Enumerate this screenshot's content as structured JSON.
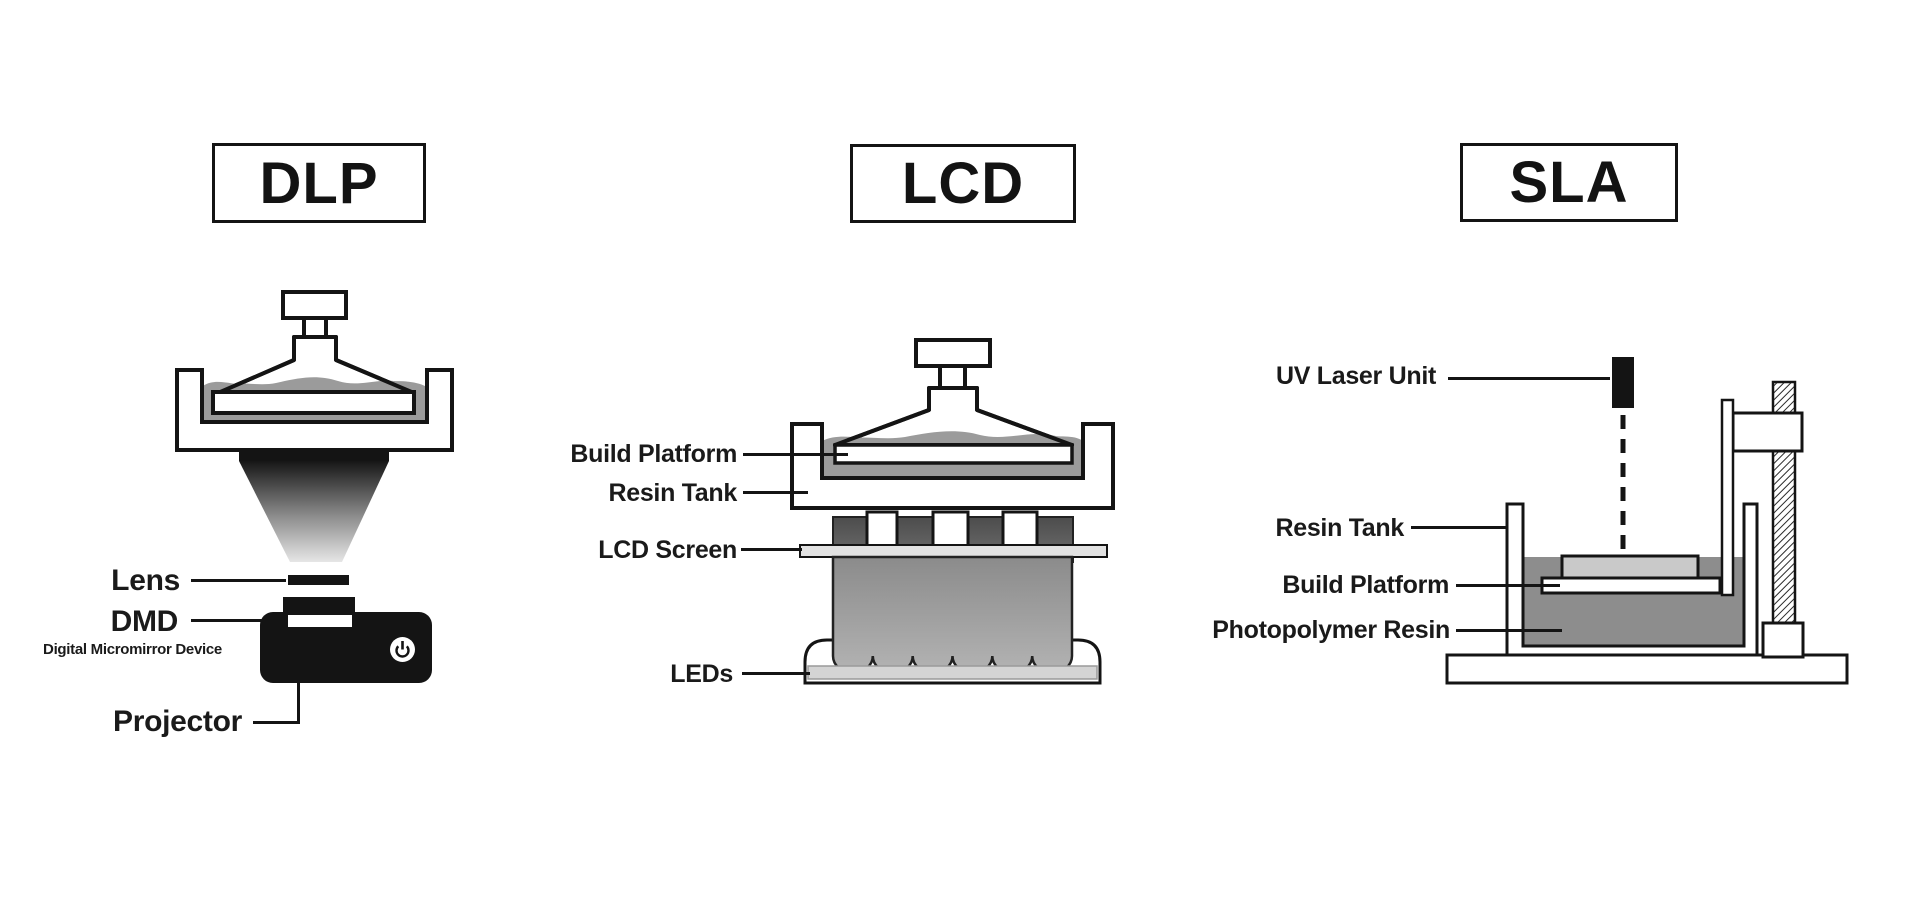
{
  "panels": [
    {
      "id": "dlp",
      "title": "DLP",
      "labels": {
        "lens": "Lens",
        "dmd": "DMD",
        "dmd_sub": "Digital Micromirror Device",
        "projector": "Projector"
      }
    },
    {
      "id": "lcd",
      "title": "LCD",
      "labels": {
        "build_platform": "Build Platform",
        "resin_tank": "Resin Tank",
        "lcd_screen": "LCD Screen",
        "leds": "LEDs"
      }
    },
    {
      "id": "sla",
      "title": "SLA",
      "labels": {
        "uv_laser": "UV Laser Unit",
        "resin_tank": "Resin Tank",
        "build_platform": "Build Platform",
        "photopolymer_resin": "Photopolymer Resin"
      }
    }
  ],
  "colors": {
    "outline": "#141414",
    "resin": "#9b9b9b",
    "sla_resin": "#8d8d8d",
    "printed_part": "#c9c9c9",
    "screen_bar": "#e2e2e2",
    "led_bar": "#d4d4d4",
    "background": "#ffffff"
  }
}
